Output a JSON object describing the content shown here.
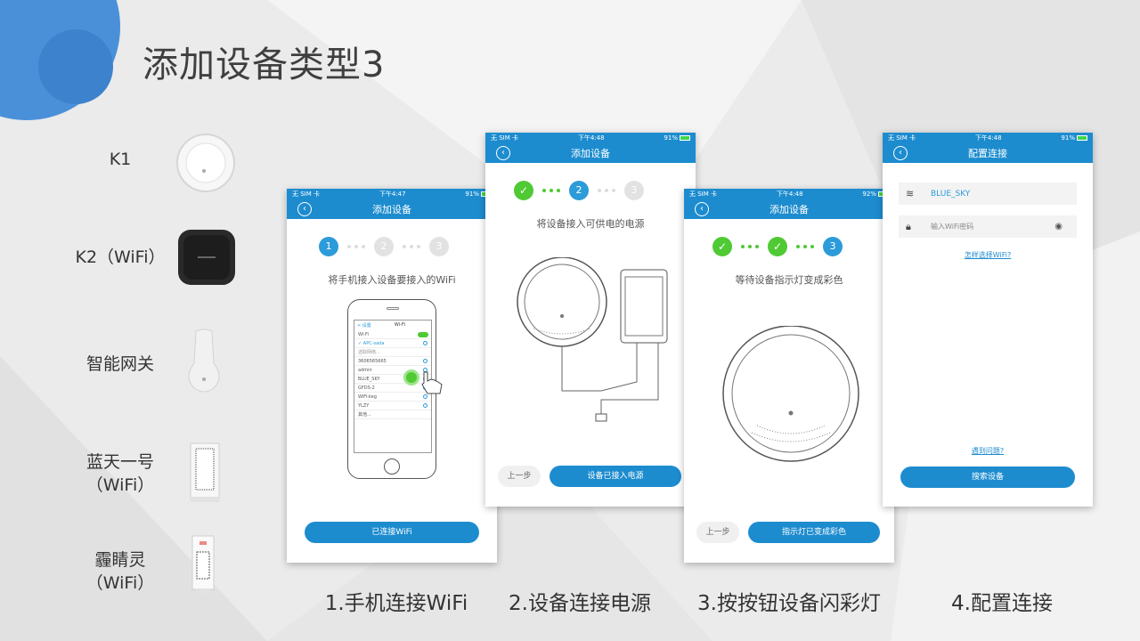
{
  "title": "添加设备类型3",
  "devices": [
    {
      "name": "K1"
    },
    {
      "name": "K2（WiFi）"
    },
    {
      "name": "智能网关"
    },
    {
      "name": "蓝天一号",
      "sub": "（WiFi）"
    },
    {
      "name": "霾睛灵",
      "sub": "（WiFi）"
    }
  ],
  "phones": [
    {
      "status_left": "无 SIM 卡",
      "status_time": "下午4:47",
      "status_batt": "91%",
      "nav_title": "添加设备",
      "steps": [
        "1",
        "2",
        "3"
      ],
      "instruction": "将手机接入设备要接入的WiFi",
      "mini_wifi": {
        "back": "< 设置",
        "title": "Wi-Fi",
        "wifi_label": "Wi-Fi",
        "connected": "APC-sada",
        "section": "选取网络...",
        "networks": [
          "3606565665",
          "admin",
          "BLUE_SKY",
          "GFDS-2",
          "WiFi-keg",
          "YLZY",
          "其他..."
        ]
      },
      "primary_button": "已连接WiFi"
    },
    {
      "status_left": "无 SIM 卡",
      "status_time": "下午4:48",
      "status_batt": "91%",
      "nav_title": "添加设备",
      "steps": [
        "✓",
        "2",
        "3"
      ],
      "instruction": "将设备接入可供电的电源",
      "secondary_button": "上一步",
      "primary_button": "设备已接入电源"
    },
    {
      "status_left": "无 SIM 卡",
      "status_time": "下午4:48",
      "status_batt": "92%",
      "nav_title": "添加设备",
      "steps": [
        "✓",
        "✓",
        "3"
      ],
      "instruction": "等待设备指示灯变成彩色",
      "secondary_button": "上一步",
      "primary_button": "指示灯已变成彩色"
    },
    {
      "status_left": "无 SIM 卡",
      "status_time": "下午4:48",
      "status_batt": "91%",
      "nav_title": "配置连接",
      "ssid": "BLUE_SKY",
      "password_placeholder": "输入WiFi密码",
      "how_link": "怎样选择WiFi?",
      "problem_link": "遇到问题?",
      "primary_button": "搜索设备"
    }
  ],
  "captions": [
    "1.手机连接WiFi",
    "2.设备连接电源",
    "3.按按钮设备闪彩灯",
    "4.配置连接"
  ],
  "colors": {
    "accent": "#1d8ccf",
    "done": "#4fc934",
    "blob": "#4a90d9"
  }
}
